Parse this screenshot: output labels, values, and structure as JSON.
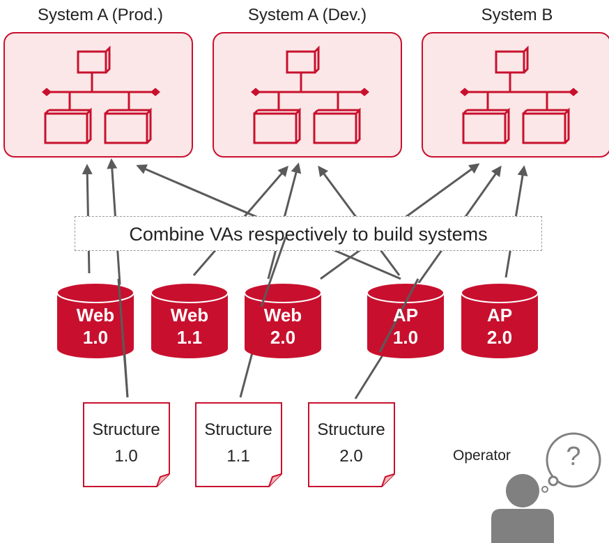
{
  "systems": [
    {
      "title": "System A (Prod.)"
    },
    {
      "title": "System A (Dev.)"
    },
    {
      "title": "System B"
    }
  ],
  "combine_label": "Combine VAs respectively to build systems",
  "appliances": [
    {
      "line1": "Web",
      "line2": "1.0"
    },
    {
      "line1": "Web",
      "line2": "1.1"
    },
    {
      "line1": "Web",
      "line2": "2.0"
    },
    {
      "line1": "AP",
      "line2": "1.0"
    },
    {
      "line1": "AP",
      "line2": "2.0"
    }
  ],
  "structures": [
    {
      "line1": "Structure",
      "line2": "1.0"
    },
    {
      "line1": "Structure",
      "line2": "1.1"
    },
    {
      "line1": "Structure",
      "line2": "2.0"
    }
  ],
  "operator": {
    "label": "Operator",
    "thought": "?"
  },
  "colors": {
    "accent": "#c8102e",
    "box_fill": "#fbe7e7",
    "arrow": "#5a5a5a",
    "person": "#808080"
  }
}
